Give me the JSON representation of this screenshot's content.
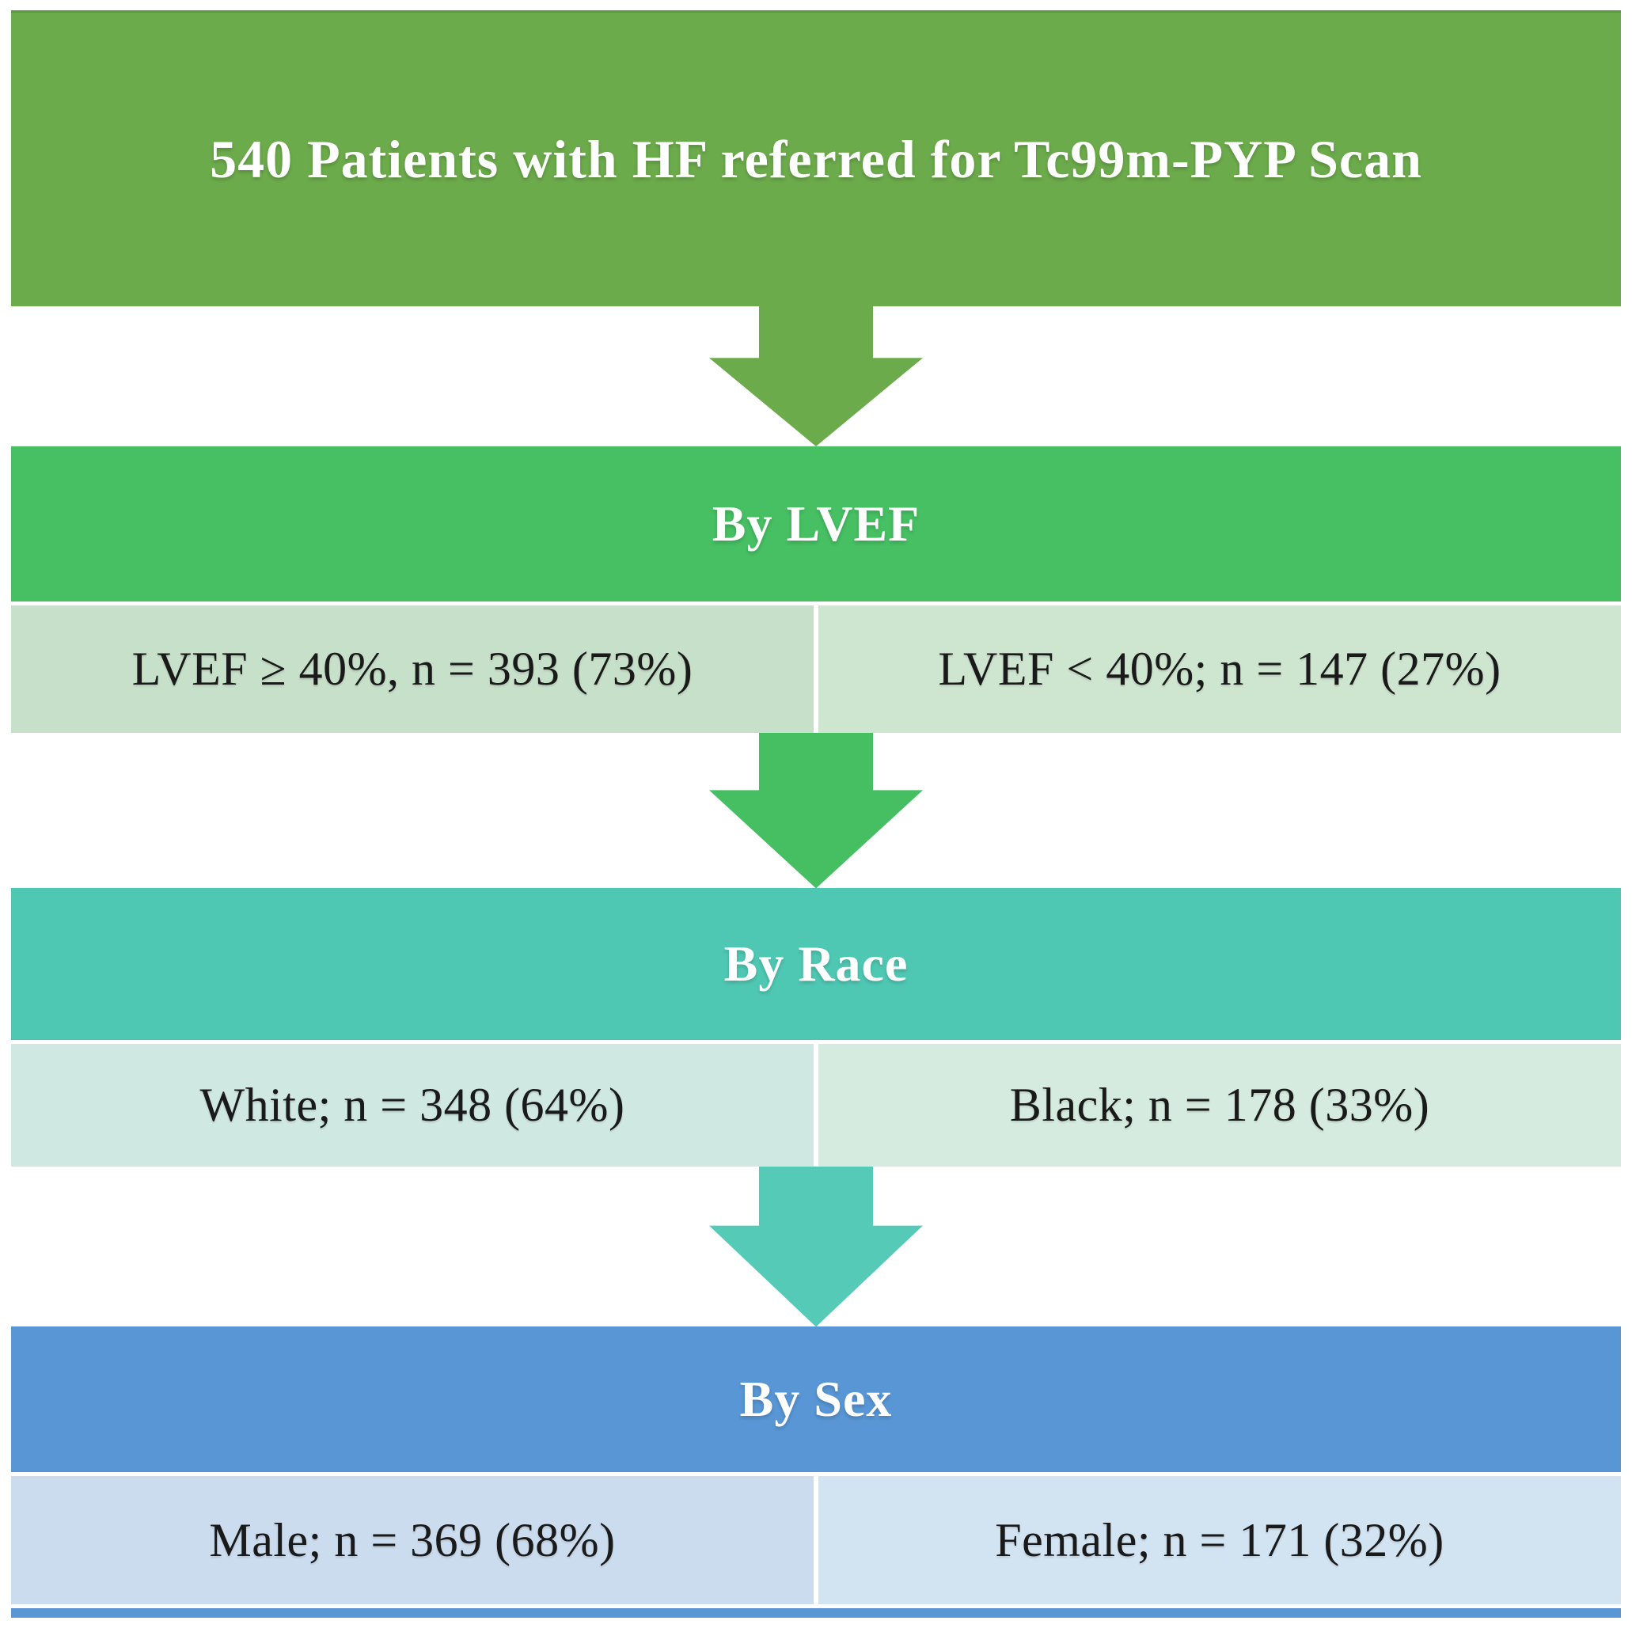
{
  "figure": {
    "title": "540 Patients with HF referred for Tc99m-PYP Scan",
    "flow": [
      {
        "id": "lvef",
        "header": "By LVEF",
        "cells": [
          "LVEF ≥ 40%, n = 393 (73%)",
          "LVEF < 40%; n = 147 (27%)"
        ]
      },
      {
        "id": "race",
        "header": "By Race",
        "cells": [
          "White; n = 348 (64%)",
          "Black; n = 178 (33%)"
        ]
      },
      {
        "id": "sex",
        "header": "By Sex",
        "cells": [
          "Male; n = 369 (68%)",
          "Female; n = 171 (32%)"
        ]
      }
    ]
  },
  "colors": {
    "top_box_green": "#6cab4b",
    "arrow1_green": "#6cab4b",
    "lvef_header_green": "#47bf63",
    "arrow2_green": "#46bf63",
    "lvef_cell_left": "#c7e0c9",
    "lvef_cell_right": "#cee5d0",
    "race_header_teal": "#4fc8b3",
    "arrow3_teal": "#55cbb7",
    "race_cell_left": "#cfe8e1",
    "race_cell_right": "#d5ebdf",
    "sex_header_blue": "#5896d5",
    "sex_cell_left": "#cbdcee",
    "sex_cell_right": "#d2e3f2",
    "header_text": "#ffffff",
    "cell_text": "#1a1a1a"
  }
}
